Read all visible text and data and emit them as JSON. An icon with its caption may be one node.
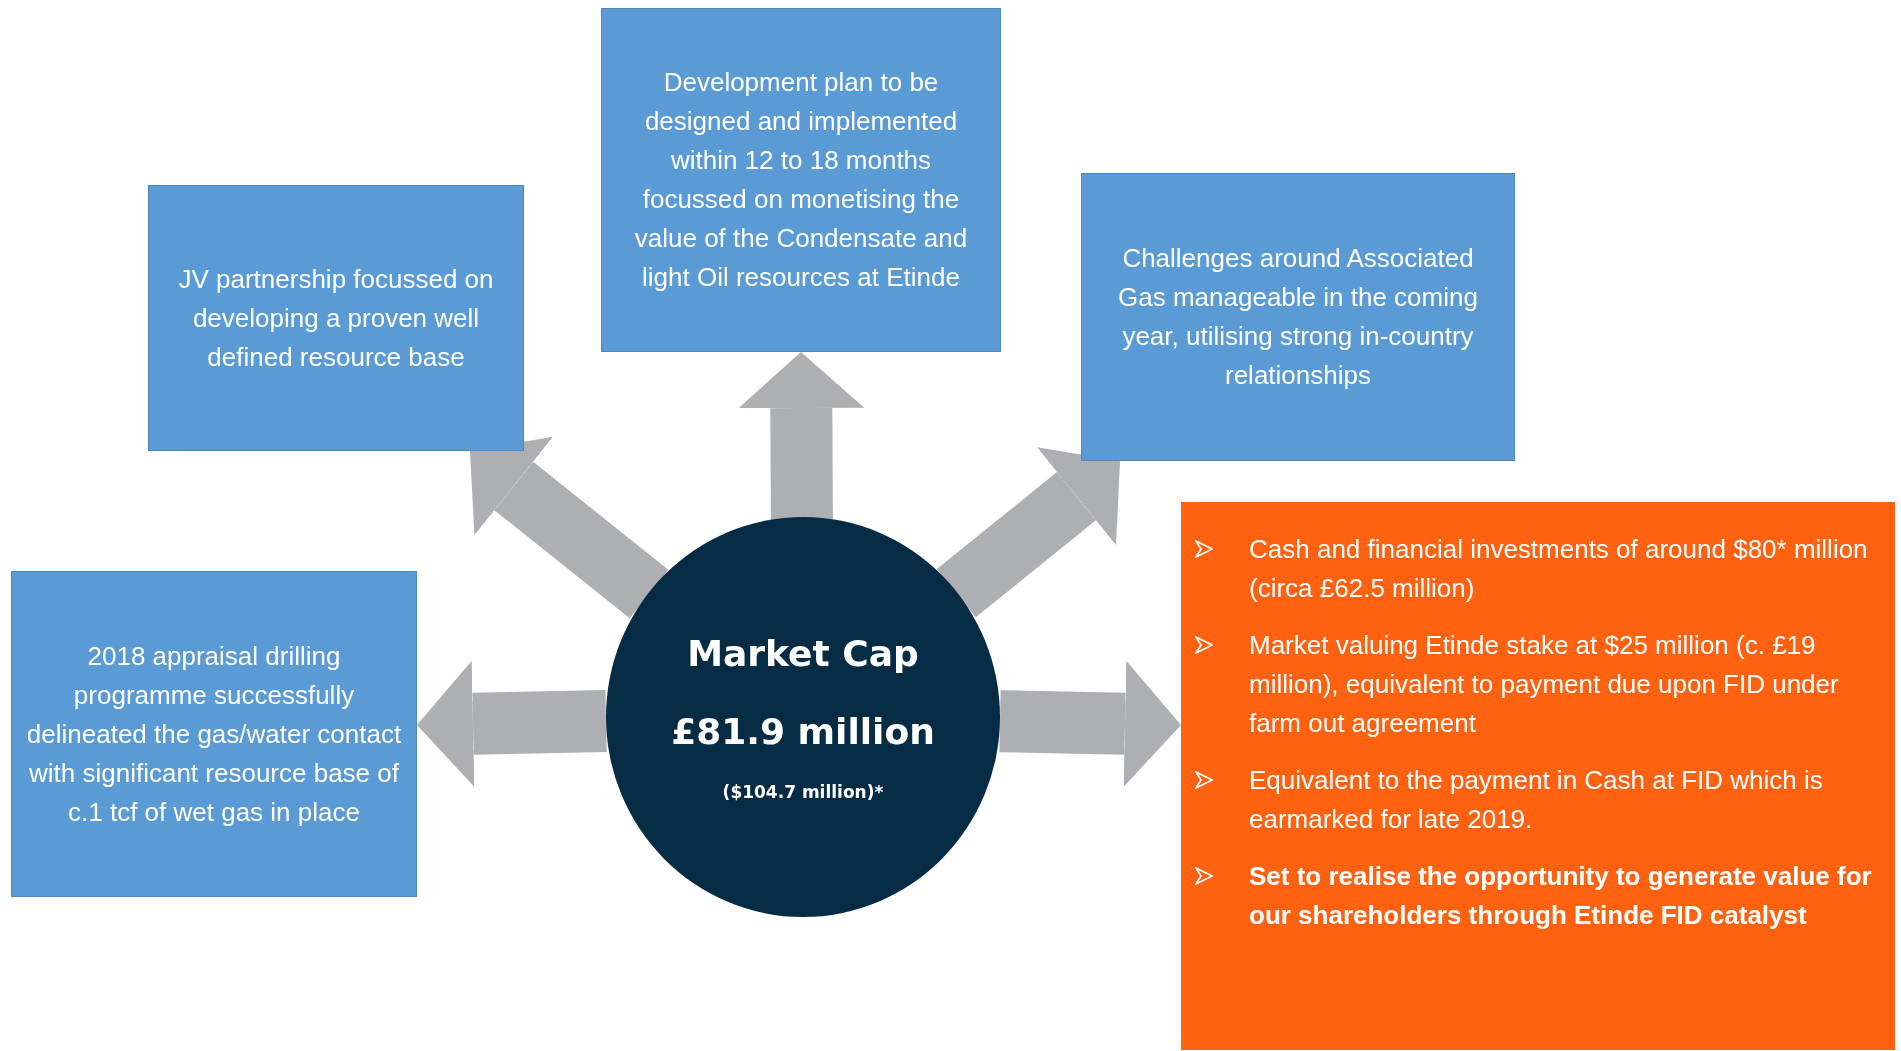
{
  "diagram": {
    "nodes": [
      {
        "text": [
          "Development plan to be designed and implemented within 12 to 18 months focussed on monetising the value of the Condensate and light Oil resources at Etinde"
        ]
      },
      {
        "text": [
          "JV partnership focussed on developing a proven well defined resource base"
        ]
      },
      {
        "text": [
          "Challenges around Associated Gas manageable in the coming year, utilising strong in-country relationships"
        ]
      },
      {
        "text": [
          "Market Cap",
          "£81.9 million",
          "($104.7 million)*"
        ]
      },
      {
        "text": [
          "2018 appraisal drilling programme successfully delineated the gas/water contact with significant resource base of c.1 tcf of wet gas in place"
        ]
      },
      {
        "text": [
          "Cash and financial investments of around $80* million (circa £62.5 million)",
          "Market valuing Etinde stake at $25 million (c. £19 million), equivalent to payment due upon FID under farm out agreement",
          "Equivalent to the payment in Cash at FID which is earmarked for late 2019.",
          "Set to realise the opportunity to generate value for our shareholders through Etinde FID catalyst"
        ]
      }
    ],
    "edges": [
      {
        "from": 3,
        "to": 1,
        "arrow": "to"
      },
      {
        "from": 3,
        "to": 0,
        "arrow": "to"
      },
      {
        "from": 3,
        "to": 2,
        "arrow": "to"
      },
      {
        "from": 3,
        "to": 4,
        "arrow": "to"
      },
      {
        "from": 3,
        "to": 5,
        "arrow": "to"
      }
    ]
  }
}
